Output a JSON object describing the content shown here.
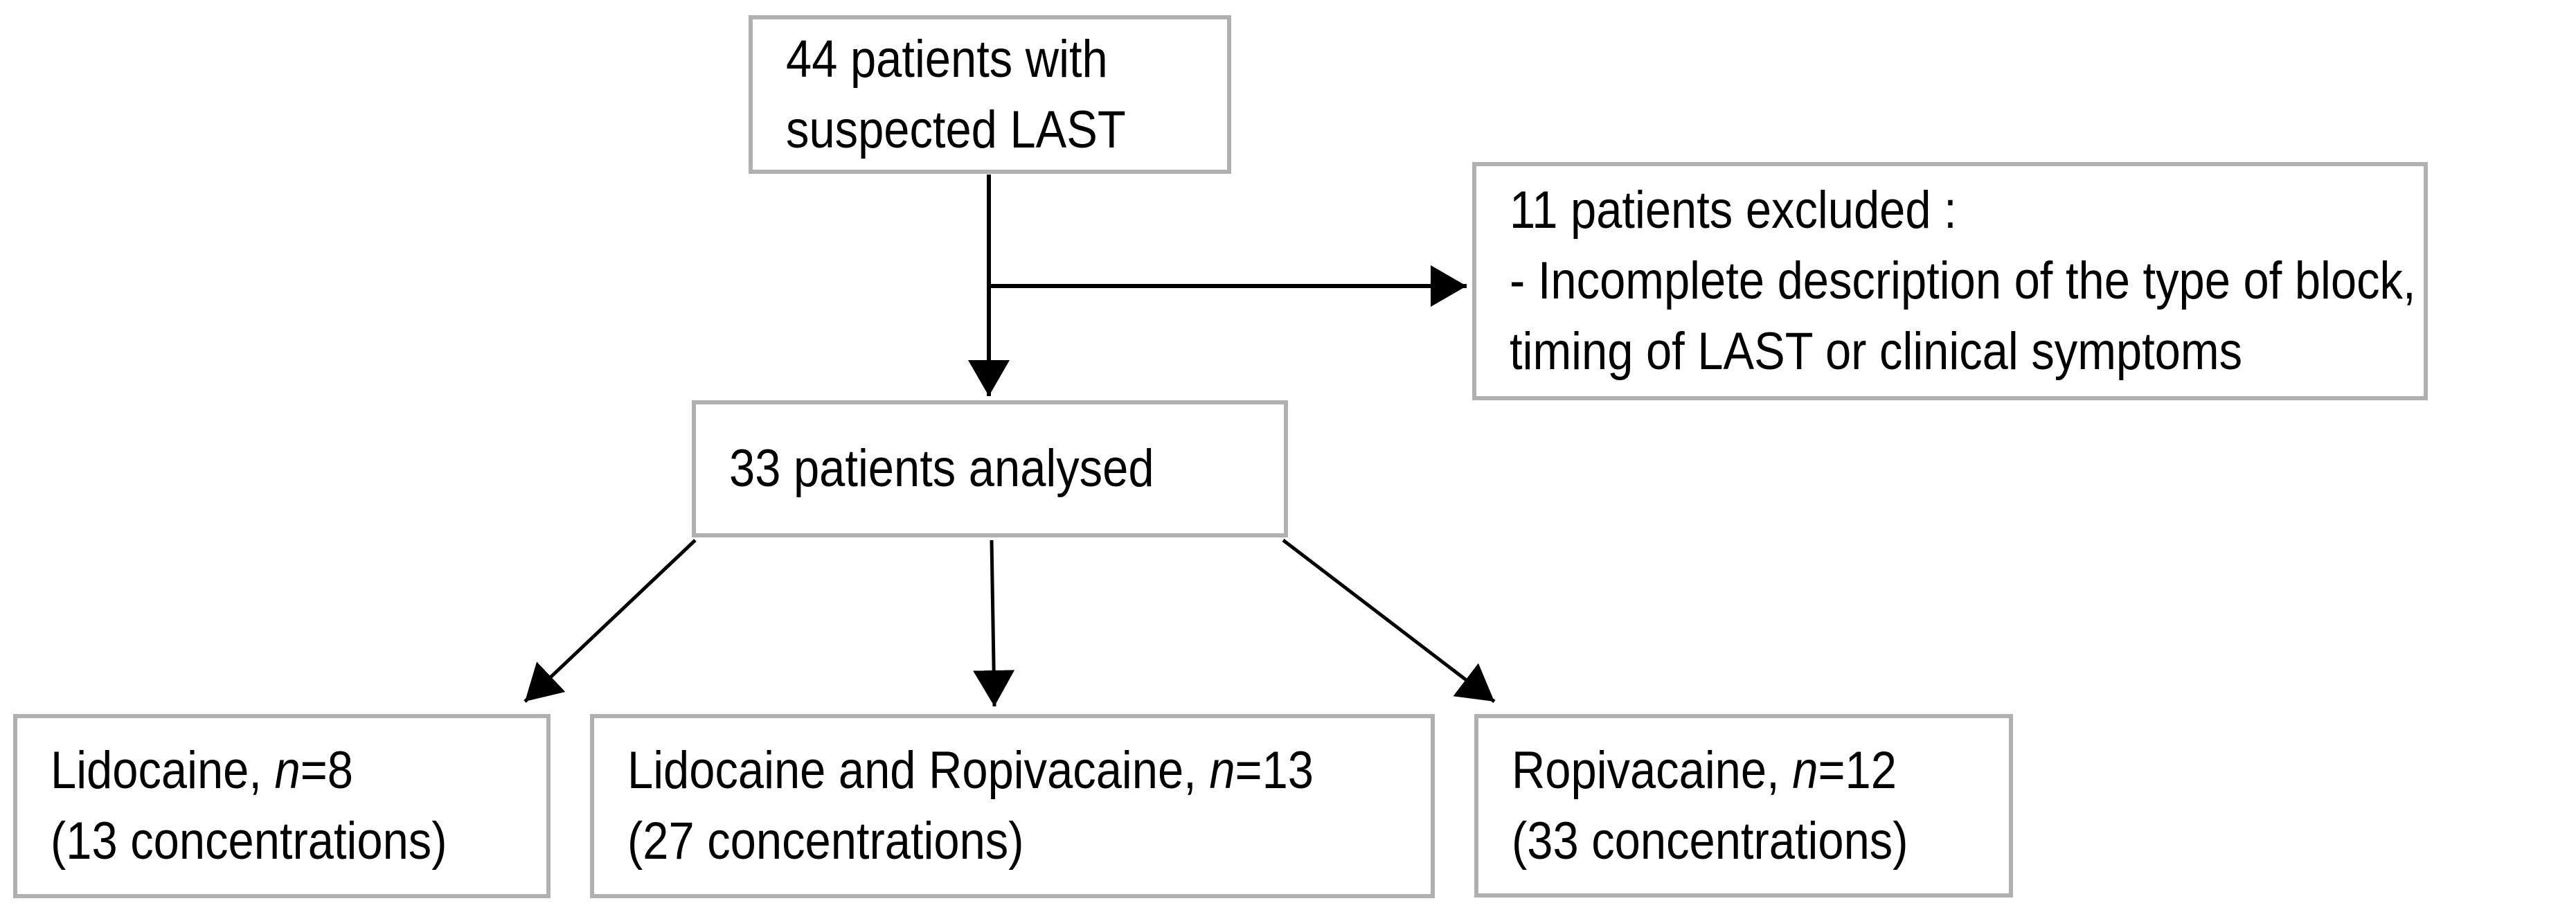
{
  "diagram_type": "patient-flow-chart",
  "boxes": {
    "enrolled": {
      "lines": [
        "44 patients with",
        "suspected LAST"
      ]
    },
    "excluded": {
      "lines": [
        "11 patients excluded :",
        "- Incomplete description of the type of block,",
        "timing of LAST or clinical symptoms"
      ]
    },
    "analysed": {
      "lines": [
        "33 patients analysed"
      ]
    },
    "lidocaine": {
      "line1_pre": "Lidocaine, ",
      "line1_n": "n",
      "line1_post": "=8",
      "line2": "(13 concentrations)"
    },
    "lidocaine_ropivacaine": {
      "line1_pre": "Lidocaine and Ropivacaine, ",
      "line1_n": "n",
      "line1_post": "=13",
      "line2": "(27 concentrations)"
    },
    "ropivacaine": {
      "line1_pre": "Ropivacaine, ",
      "line1_n": "n",
      "line1_post": "=12",
      "line2": "(33 concentrations)"
    }
  },
  "counts": {
    "suspected": 44,
    "excluded": 11,
    "analysed": 33,
    "lidocaine_n": 8,
    "lidocaine_concentrations": 13,
    "lidocaine_ropivacaine_n": 13,
    "lidocaine_ropivacaine_concentrations": 27,
    "ropivacaine_n": 12,
    "ropivacaine_concentrations": 33
  },
  "colors": {
    "border": "#b0b0b0",
    "arrow": "#000000",
    "text": "#000000",
    "background": "#ffffff"
  }
}
